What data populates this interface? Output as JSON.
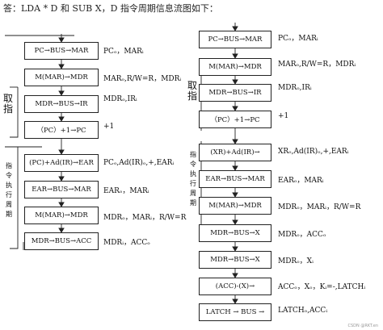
{
  "header": "答：LDA * D 和 SUB X，D 指令周期信息流图如下：",
  "left": {
    "boxes": [
      "PC→BUS→MAR",
      "M(MAR)→MDR",
      "MDR→BUS→IR",
      "（PC）+1→PC",
      "(PC)+Ad(IR)→EAR",
      "EAR→BUS→MAR",
      "M(MAR)→MDR",
      "MDR→BUS→ACC"
    ],
    "signals": [
      "PCₒ，MARᵢ",
      "MARₒ,R/W=R，MDRᵢ",
      "MDRₒ,IRᵢ",
      "+1",
      "PCₒ,Ad(IR)ₒ,+,EARᵢ",
      "EARₒ，MARᵢ",
      "MDRₒ，MARᵢ，R/W=R",
      "MDRᵢ，ACCₒ"
    ],
    "fetch_label": "取指",
    "exec_label": "指令执行周期"
  },
  "right": {
    "boxes": [
      "PC→BUS→MAR",
      "M(MAR)→MDR",
      "MDR→BUS→IR",
      "（PC）+1→PC",
      "(XR)+Ad(IR)→",
      "EAR→BUS→MAR",
      "M(MAR)→MDR",
      "MDR→BUS→X",
      "MDR→BUS→X",
      "(ACC)-(X)→",
      "LATCH → BUS →"
    ],
    "signals": [
      "PCₒ，MARᵢ",
      "MARₒ,R/W=R，MDRᵢ",
      "MDRₒ,IRᵢ",
      "+1",
      "XRₒ,Ad(IR)ₒ,+,EARᵢ",
      "EARₒ，MARᵢ",
      "MDRₒ，MARᵢ，R/W=R",
      "MDRₒ，ACCₒ",
      "MDRₒ，Xᵢ",
      "ACCₒ，Xₒ，Kᵢ=-,LATCHᵢ",
      "LATCHₒ,ACCᵢ"
    ],
    "fetch_label": "取指",
    "exec_label": "指令执行周期"
  },
  "watermark": "CSDN @RKT.en"
}
